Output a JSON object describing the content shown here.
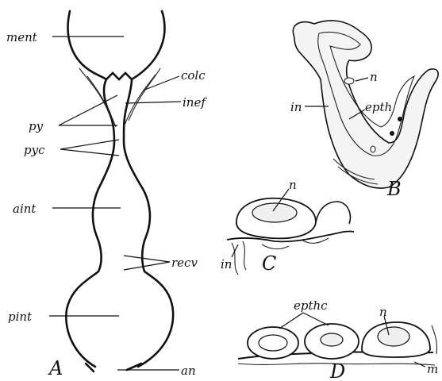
{
  "panelA": {
    "letter": "A",
    "labels": {
      "ment": "ment",
      "colc": "colc",
      "py": "py",
      "inef": "inef",
      "pyc": "pyc",
      "aint": "aint",
      "recv": "recv",
      "pint": "pint",
      "an": "an"
    }
  },
  "panelB": {
    "letter": "B",
    "labels": {
      "n": "n",
      "in": "in",
      "epth": "epth"
    }
  },
  "panelC": {
    "letter": "C",
    "labels": {
      "n": "n",
      "in": "in"
    }
  },
  "panelD": {
    "letter": "D",
    "labels": {
      "epthc": "epthc",
      "n": "n",
      "m": "m"
    }
  }
}
